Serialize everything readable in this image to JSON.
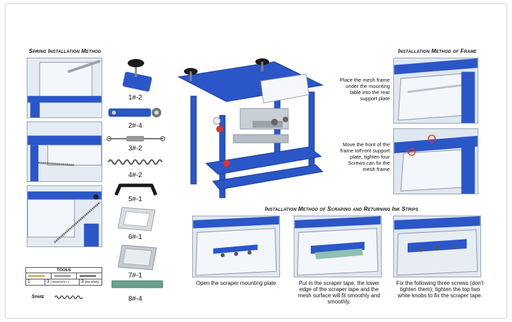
{
  "headers": {
    "spring": "Spring Installation Method",
    "frame": "Installation Method of Frame",
    "scraping": "Installation Method of Scraping and Returning Ink Strips"
  },
  "parts": [
    {
      "label": "1#-2"
    },
    {
      "label": "2#-4"
    },
    {
      "label": "3#-2"
    },
    {
      "label": "4#-2"
    },
    {
      "label": "5#-1"
    },
    {
      "label": "6#-1"
    },
    {
      "label": "7#-1"
    },
    {
      "label": "8#-4"
    }
  ],
  "frame_notes": {
    "step1": "Place the mesh frame under the mounting table into the rear support plate",
    "step2": "Move the front of the frame toFront support plate, tighten four Screws can fix the mesh frame"
  },
  "scraping_captions": {
    "step1": "Open the scraper mounting plate",
    "step2": "Put in the scraper tape, the lower edge of the scraper tape and the mesh surface will fit smoothly and smoothly.",
    "step3": "Fix the following three screws (don't tighten them); tighten the top two white knobs to fix the scraper tape."
  },
  "tools": {
    "title": "TOOLS",
    "c1": "1",
    "c2_num": "3",
    "c2_sizes": "( 5/10/12/17 )",
    "c3_num": "3",
    "c3_sizes": "(M2 5/5/6)"
  },
  "spare": "Spare",
  "colors": {
    "machine_blue": "#2b56c8",
    "photo_bg": "#dfe7f1",
    "steel": "#b9c0c8"
  }
}
